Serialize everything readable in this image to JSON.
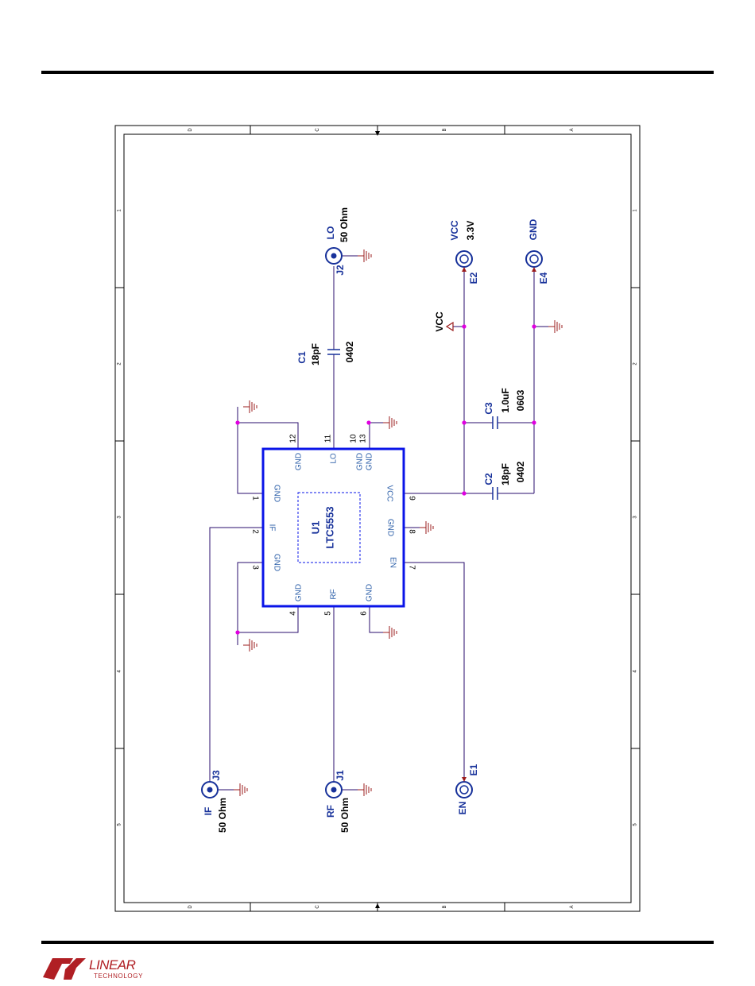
{
  "component": {
    "ref": "U1",
    "part": "LTC5553"
  },
  "pins": [
    {
      "num": "1",
      "name": "GND"
    },
    {
      "num": "2",
      "name": "IF"
    },
    {
      "num": "3",
      "name": "GND"
    },
    {
      "num": "4",
      "name": "GND"
    },
    {
      "num": "5",
      "name": "RF"
    },
    {
      "num": "6",
      "name": "GND"
    },
    {
      "num": "7",
      "name": "EN"
    },
    {
      "num": "8",
      "name": "GND"
    },
    {
      "num": "9",
      "name": "VCC"
    },
    {
      "num": "10",
      "name": "GND"
    },
    {
      "num": "11",
      "name": "LO"
    },
    {
      "num": "12",
      "name": "GND"
    },
    {
      "num": "13",
      "name": "GND"
    }
  ],
  "capacitors": [
    {
      "ref": "C1",
      "value": "18pF",
      "size": "0402"
    },
    {
      "ref": "C2",
      "value": "18pF",
      "size": "0402"
    },
    {
      "ref": "C3",
      "value": "1.0uF",
      "size": "0603"
    }
  ],
  "connectors": [
    {
      "ref": "J1",
      "label": "RF",
      "impedance": "50 Ohm"
    },
    {
      "ref": "J2",
      "label": "LO",
      "impedance": "50 Ohm"
    },
    {
      "ref": "J3",
      "label": "IF",
      "impedance": "50 Ohm"
    }
  ],
  "turrets": [
    {
      "ref": "E1",
      "label": "EN",
      "note": ""
    },
    {
      "ref": "E2",
      "label": "VCC",
      "note": "3.3V"
    },
    {
      "ref": "E4",
      "label": "GND",
      "note": ""
    }
  ],
  "power_flag": "VCC",
  "frame": {
    "zones_letters": [
      "D",
      "C",
      "B",
      "A"
    ],
    "zones_numbers": [
      "1",
      "2",
      "3",
      "4",
      "5"
    ]
  },
  "logo": {
    "word": "LINEAR",
    "sub": "TECHNOLOGY"
  },
  "colors": {
    "wire": "#2a0e6e",
    "label_blue": "#17319a",
    "pin_blue": "#2b5ea8",
    "ground_red": "#9b1c1c",
    "junction": "#e000e0",
    "body_blue": "#0a14e8",
    "logo_red": "#b01f24"
  }
}
